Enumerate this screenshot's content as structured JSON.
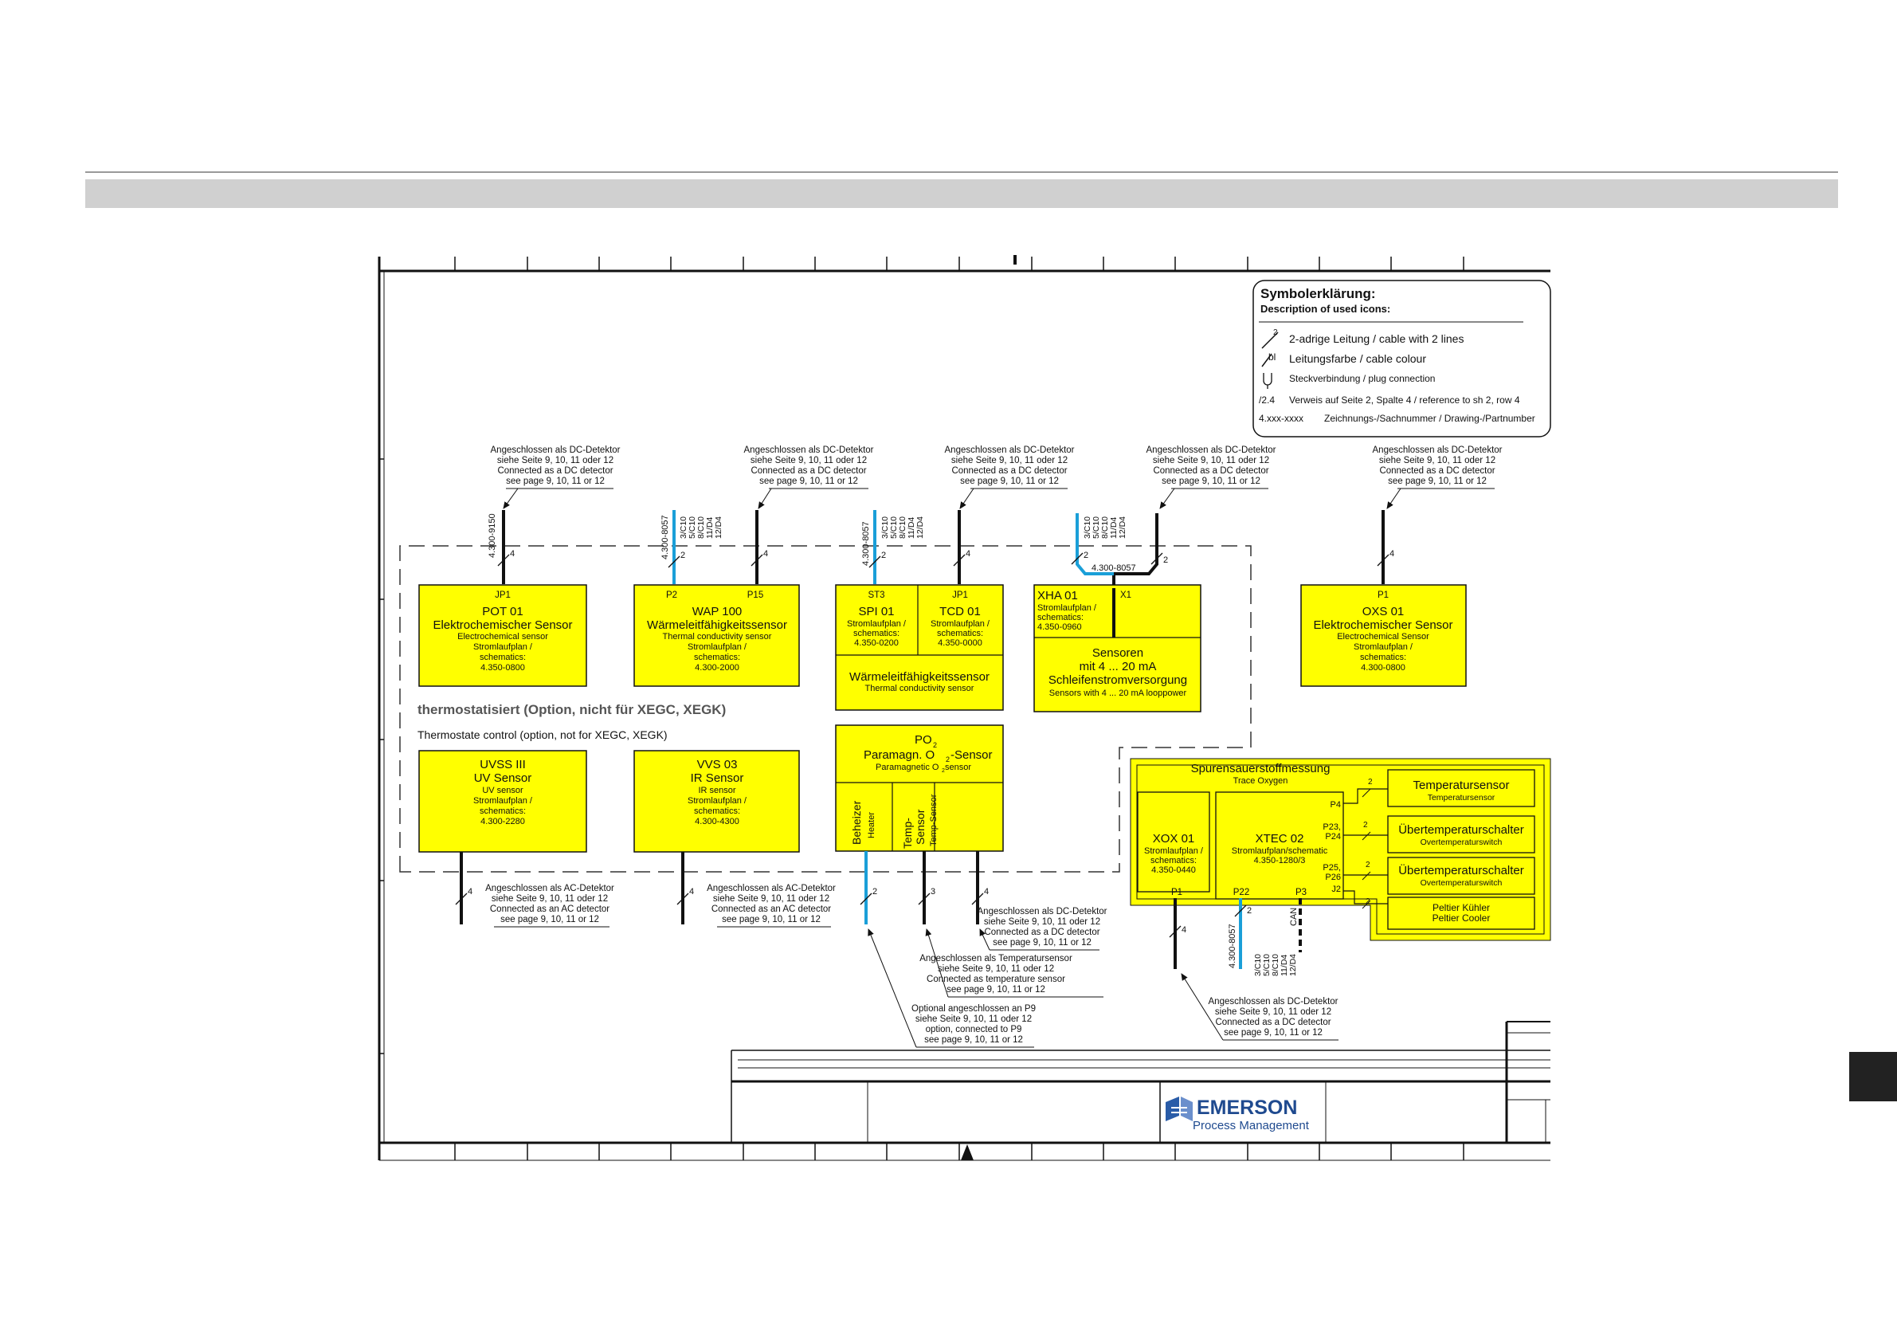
{
  "legend": {
    "title": "Symbolerklärung:",
    "subtitle": "Description of used icons:",
    "item_cable": "2-adrige Leitung / cable with 2 lines",
    "item_colour": "Leitungsfarbe / cable colour",
    "item_plug": "Steckverbindung / plug connection",
    "item_ref": "Verweis auf Seite 2, Spalte 4 / reference to sh 2, row 4",
    "item_part": "Zeichnungs-/Sachnummer / Drawing-/Partnumber",
    "sym_cable": "2",
    "sym_colour": "bl",
    "sym_ref": "/2.4",
    "sym_part": "4.xxx-xxxx"
  },
  "notes": {
    "dc": [
      "Angeschlossen als DC-Detektor",
      "siehe Seite 9, 10, 11 oder 12",
      "Connected as a DC detector",
      "see page 9, 10, 11 or 12"
    ],
    "ac": [
      "Angeschlossen als AC-Detektor",
      "siehe Seite 9, 10, 11 oder 12",
      "Connected as an AC detector",
      "see page 9, 10, 11 or 12"
    ],
    "temp": [
      "Angeschlossen als Temperatursensor",
      "siehe Seite 9, 10, 11 oder 12",
      "Connected as temperature sensor",
      "see page 9, 10, 11 or 12"
    ],
    "p9": [
      "Optional angeschlossen an P9",
      "siehe Seite 9, 10, 11 oder 12",
      "option, connected to P9",
      "see page 9, 10, 11 or 12"
    ]
  },
  "refs": {
    "a": [
      "3/C10",
      "5/C10",
      "8/C10",
      "11/D4",
      "12/D4"
    ]
  },
  "parts": {
    "p9150": "4.300-9150",
    "p8057": "4.300-8057"
  },
  "wires": {
    "two": "2",
    "three": "3",
    "four": "4",
    "can": "CAN"
  },
  "connectors": {
    "jp1": "JP1",
    "p2": "P2",
    "p15": "P15",
    "st3": "ST3",
    "x1": "X1",
    "p1": "P1",
    "p22": "P22",
    "p3": "P3",
    "p4": "P4",
    "p23": "P23,",
    "p24": "P24",
    "p25": "P25,",
    "p26": "P26",
    "j2": "J2"
  },
  "modules": {
    "pot": [
      "POT 01",
      "Elektrochemischer Sensor",
      "Electrochemical sensor",
      "Stromlaufplan /",
      "schematics:",
      "4.350-0800"
    ],
    "wap": [
      "WAP 100",
      "Wärmeleitfähigkeitssensor",
      "Thermal conductivity sensor",
      "Stromlaufplan /",
      "schematics:",
      "4.300-2000"
    ],
    "spi": [
      "SPI 01",
      "Stromlaufplan /",
      "schematics:",
      "4.350-0200"
    ],
    "tcd": [
      "TCD 01",
      "Stromlaufplan /",
      "schematics:",
      "4.350-0000"
    ],
    "wlf": [
      "Wärmeleitfähigkeitssensor",
      "Thermal conductivity sensor"
    ],
    "xha": [
      "XHA 01",
      "Stromlaufplan /",
      "schematics:",
      "4.350-0960"
    ],
    "sensoren": [
      "Sensoren",
      "mit 4 ... 20 mA",
      "Schleifenstromversorgung",
      "Sensors with 4 ... 20 mA looppower"
    ],
    "oxs": [
      "OXS 01",
      "Elektrochemischer Sensor",
      "Electrochemical Sensor",
      "Stromlaufplan /",
      "schematics:",
      "4.300-0800"
    ],
    "uvss": [
      "UVSS III",
      "UV Sensor",
      "UV sensor",
      "Stromlaufplan /",
      "schematics:",
      "4.300-2280"
    ],
    "vvs": [
      "VVS 03",
      "IR Sensor",
      "IR sensor",
      "Stromlaufplan /",
      "schematics:",
      "4.300-4300"
    ],
    "po2_title": "PO",
    "po2_sub": "2",
    "po2": [
      "Paramagn. O",
      "-Sensor",
      "Paramagnetic O",
      " sensor"
    ],
    "heater": [
      "Beheizer",
      "Heater"
    ],
    "tempsens": [
      "Temp-",
      "Sensor",
      "Temp-Sensor"
    ],
    "trace": [
      "Spurensauerstoffmessung",
      "Trace Oxygen"
    ],
    "xox": [
      "XOX 01",
      "Stromlaufplan /",
      "schematics:",
      "4.350-0440"
    ],
    "xtec": [
      "XTEC 02",
      "Stromlaufplan/schematic",
      "4.350-1280/3"
    ],
    "tsens": [
      "Temperatursensor",
      "Temperatursensor"
    ],
    "over": [
      "Übertemperaturschalter",
      "Overtemperaturswitch"
    ],
    "peltier": [
      "Peltier Kühler",
      "Peltier Cooler"
    ]
  },
  "thermo": {
    "de": "thermostatisiert (Option, nicht für XEGC,  XEGK)",
    "en": "Thermostate control (option, not for XEGC,  XEGK)"
  },
  "logo": {
    "brand": "EMERSON",
    "sub": "Process Management"
  },
  "colors": {
    "module_fill": "#ffff00",
    "blue_wire": "#1a9fd8",
    "header_band": "#d0d0d0"
  }
}
